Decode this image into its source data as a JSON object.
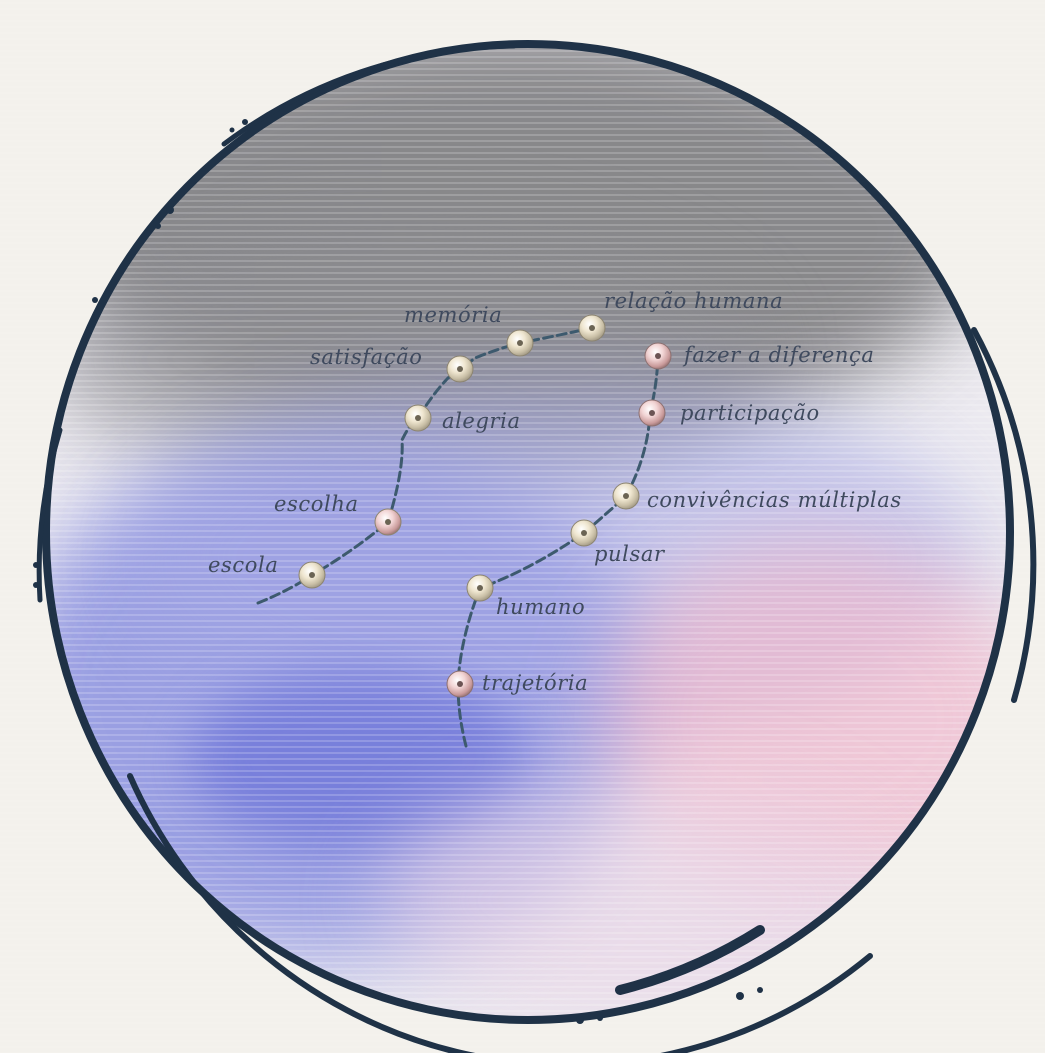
{
  "artwork": {
    "labels": {
      "memoria": "memória",
      "relacao_humana": "relação humana",
      "satisfacao": "satisfação",
      "fazer_a_diferenca": "fazer a diferença",
      "alegria": "alegria",
      "participacao": "participação",
      "escolha": "escolha",
      "convivencias_multiplas": "convivências múltiplas",
      "escola": "escola",
      "pulsar": "pulsar",
      "humano": "humano",
      "trajetoria": "trajetória"
    },
    "colors": {
      "paper": "#f3f1ec",
      "ring_ink": "#1f3247",
      "thread": "#3d5a6e",
      "wash_gray": "#6d6d70",
      "wash_blue": "#7f86de",
      "wash_pink": "#f2b6c9",
      "text": "#3f4a5e"
    }
  }
}
